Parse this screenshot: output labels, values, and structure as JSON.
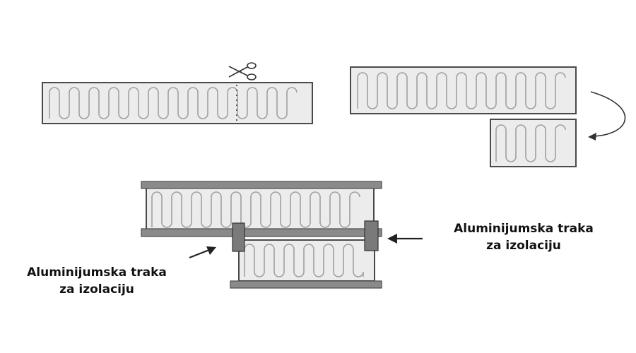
{
  "labels": {
    "left_tape": {
      "line1": "Aluminijumska traka",
      "line2": "za izolaciju"
    },
    "right_tape": {
      "line1": "Aluminijumska traka",
      "line2": "za izolaciju"
    }
  },
  "icons": {
    "cut": "scissors-icon",
    "fold": "curved-arrow-icon",
    "pointer": "arrow-icon"
  },
  "colors": {
    "stroke": "#4a4a4a",
    "mat_fill": "#ececec",
    "wire": "#a0a0a0",
    "tape": "#8a8a8a",
    "tape_dark": "#6e6e6e",
    "background": "#ffffff"
  }
}
